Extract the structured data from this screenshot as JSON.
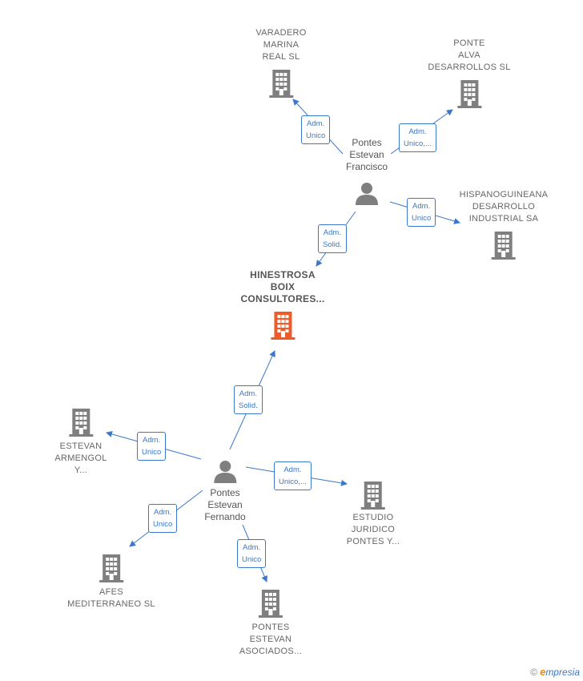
{
  "colors": {
    "edge": "#3a78c9",
    "company": "#7f7f7f",
    "company_main": "#f05a28",
    "person": "#7f7f7f"
  },
  "companies": {
    "varadero": [
      "VARADERO",
      "MARINA",
      "REAL SL"
    ],
    "ponte_alva": [
      "PONTE",
      "ALVA",
      "DESARROLLOS SL"
    ],
    "hispanoguineana": [
      "HISPANOGUINEANA",
      "DESARROLLO",
      "INDUSTRIAL SA"
    ],
    "hinestrosa": [
      "HINESTROSA",
      "BOIX",
      "CONSULTORES..."
    ],
    "estevan_armengol": [
      "ESTEVAN",
      "ARMENGOL",
      "Y..."
    ],
    "estudio": [
      "ESTUDIO",
      "JURIDICO",
      "PONTES Y..."
    ],
    "afes": [
      "AFES",
      "MEDITERRANEO SL"
    ],
    "pontes_asociados": [
      "PONTES",
      "ESTEVAN",
      "ASOCIADOS..."
    ]
  },
  "persons": {
    "francisco": [
      "Pontes",
      "Estevan",
      "Francisco"
    ],
    "fernando": [
      "Pontes",
      "Estevan",
      "Fernando"
    ]
  },
  "relations": {
    "r1": [
      "Adm.",
      "Unico"
    ],
    "r2": [
      "Adm.",
      "Unico,..."
    ],
    "r3": [
      "Adm.",
      "Unico"
    ],
    "r4": [
      "Adm.",
      "Solid."
    ],
    "r5": [
      "Adm.",
      "Solid."
    ],
    "r6": [
      "Adm.",
      "Unico"
    ],
    "r7": [
      "Adm.",
      "Unico,..."
    ],
    "r8": [
      "Adm.",
      "Unico"
    ],
    "r9": [
      "Adm.",
      "Unico"
    ]
  },
  "brand": {
    "copyright": "©",
    "e": "e",
    "rest": "mpresia"
  },
  "icons": {
    "company": "building-icon",
    "person": "person-icon"
  }
}
